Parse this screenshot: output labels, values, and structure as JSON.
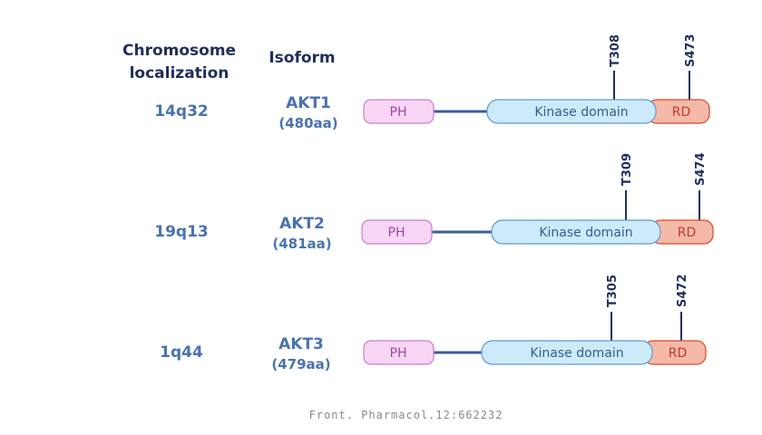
{
  "headers": {
    "chromosome": "Chromosome\nlocalization",
    "isoform": "Isoform"
  },
  "colors": {
    "ph_fill": "#f7d5f5",
    "ph_stroke": "#c77fc9",
    "kinase_fill": "#cdeaf8",
    "kinase_stroke": "#5b9bd5",
    "rd_fill": "#f5b9a8",
    "rd_stroke": "#d9482b",
    "linker": "#3b5b9a",
    "site_line": "#1f2f5c"
  },
  "domain_labels": {
    "ph": "PH",
    "kinase": "Kinase domain",
    "rd": "RD"
  },
  "rows": [
    {
      "chromosome": "14q32",
      "isoform": "AKT1",
      "length": "(480aa)",
      "site1": "T308",
      "site2": "S473"
    },
    {
      "chromosome": "19q13",
      "isoform": "AKT2",
      "length": "(481aa)",
      "site1": "T309",
      "site2": "S474"
    },
    {
      "chromosome": "1q44",
      "isoform": "AKT3",
      "length": "(479aa)",
      "site1": "T305",
      "site2": "S472"
    }
  ],
  "citation": "Front. Pharmacol.12:662232"
}
